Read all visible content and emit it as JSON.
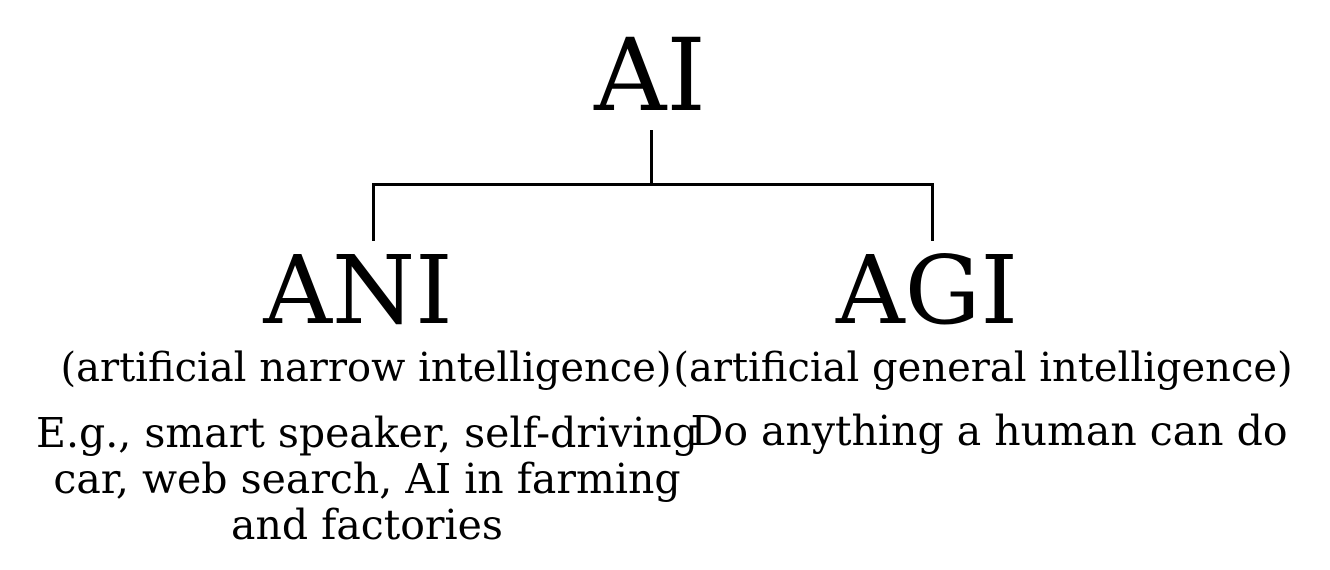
{
  "diagram": {
    "title": "AI taxonomy tree",
    "colors": {
      "background": "#ffffff",
      "text": "#000000",
      "line": "#000000"
    },
    "root": {
      "label": "AI"
    },
    "children": [
      {
        "label": "ANI",
        "subtitle": "(artificial narrow intelligence)",
        "description_lines": [
          "E.g., smart speaker, self-driving",
          "car, web search, AI in farming",
          "and factories"
        ]
      },
      {
        "label": "AGI",
        "subtitle": "(artificial general intelligence)",
        "description_lines": [
          "Do anything a human can do"
        ]
      }
    ]
  }
}
